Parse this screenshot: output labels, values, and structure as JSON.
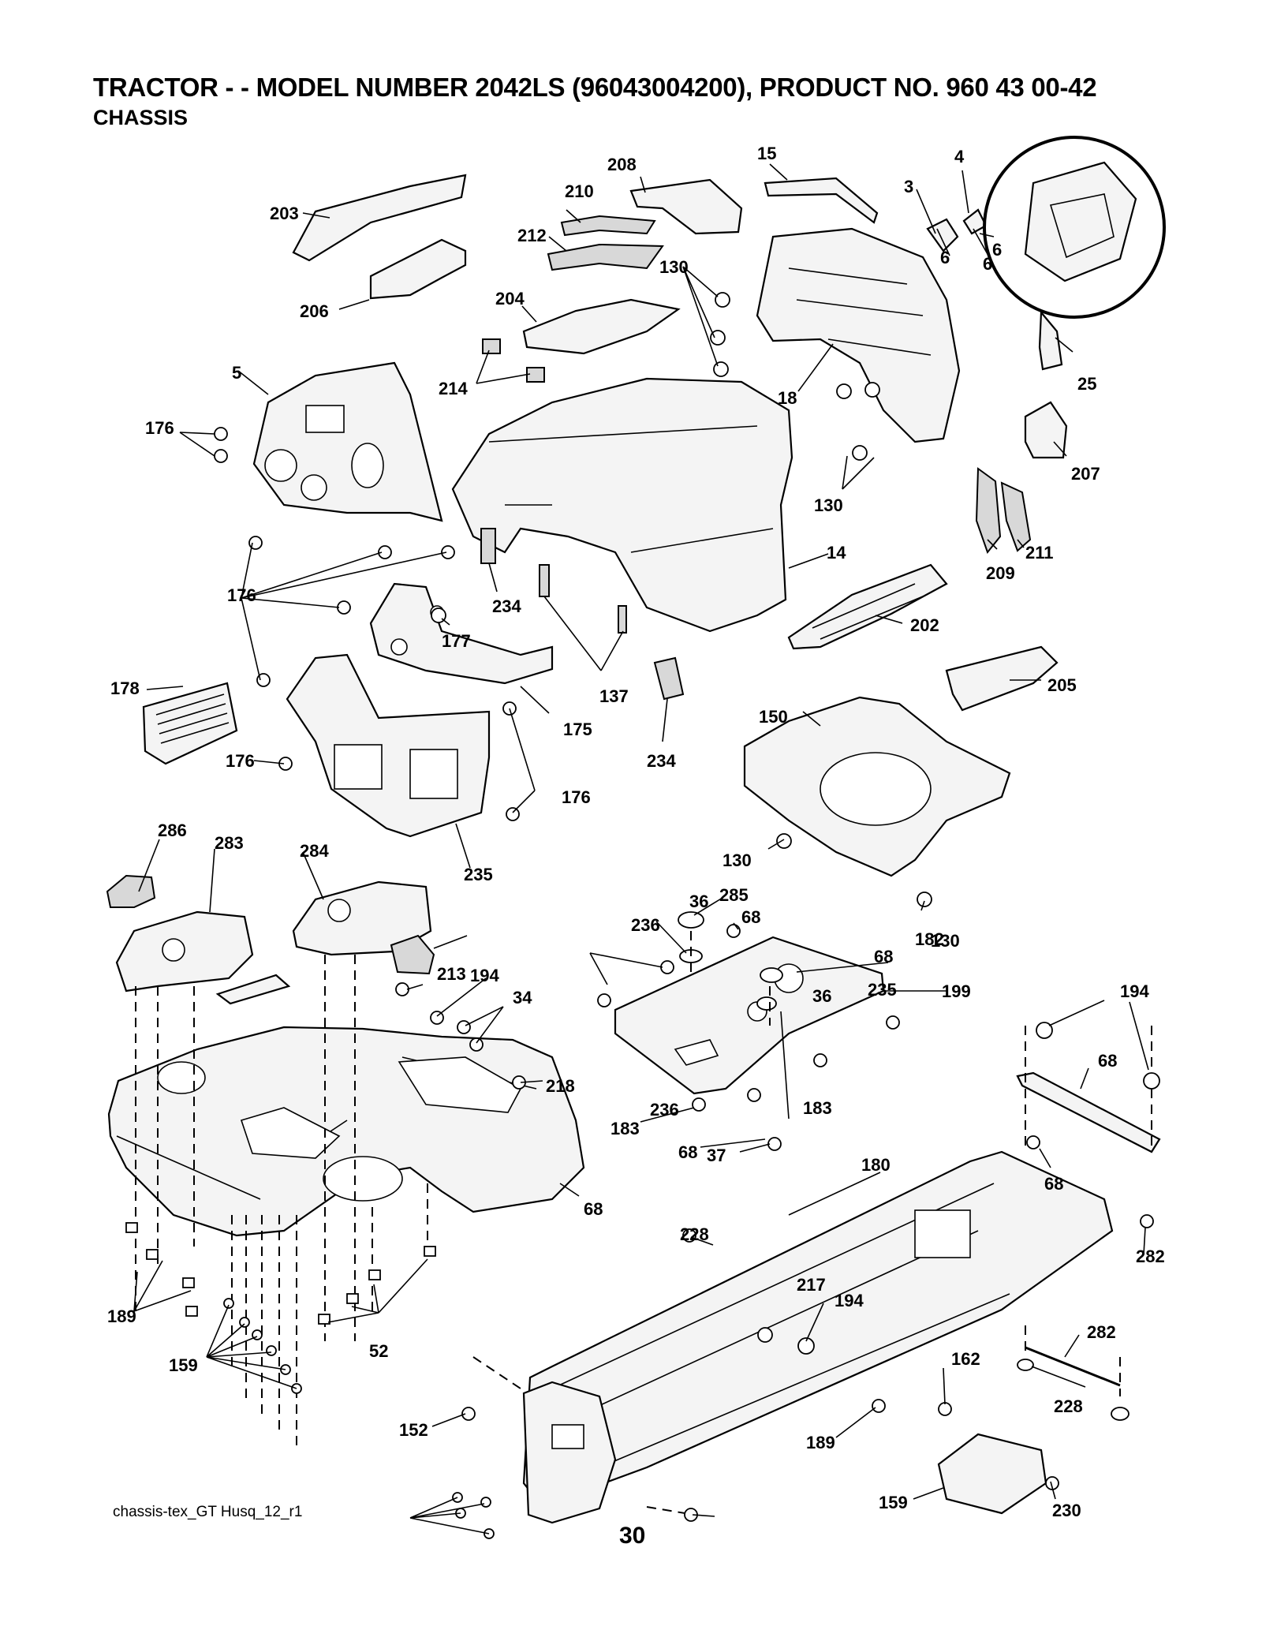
{
  "header": {
    "title": "TRACTOR - - MODEL NUMBER 2042LS (96043004200), PRODUCT NO. 960 43 00-42",
    "subtitle": "CHASSIS"
  },
  "footer": {
    "reference": "chassis-tex_GT Husq_12_r1",
    "page_number": "30"
  },
  "callouts": [
    "203",
    "210",
    "208",
    "15",
    "3",
    "4",
    "6",
    "6",
    "6",
    "212",
    "130",
    "206",
    "204",
    "25",
    "5",
    "214",
    "18",
    "176",
    "207",
    "130",
    "14",
    "209",
    "211",
    "176",
    "177",
    "234",
    "202",
    "137",
    "205",
    "178",
    "175",
    "150",
    "176",
    "176",
    "234",
    "286",
    "130",
    "283",
    "284",
    "182",
    "235",
    "285",
    "130",
    "236",
    "68",
    "194",
    "36",
    "68",
    "235",
    "36",
    "213",
    "34",
    "194",
    "199",
    "218",
    "68",
    "236",
    "183",
    "68",
    "183",
    "37",
    "68",
    "180",
    "68",
    "228",
    "194",
    "282",
    "217",
    "189",
    "282",
    "162",
    "52",
    "159",
    "228",
    "152",
    "189",
    "159",
    "230"
  ]
}
